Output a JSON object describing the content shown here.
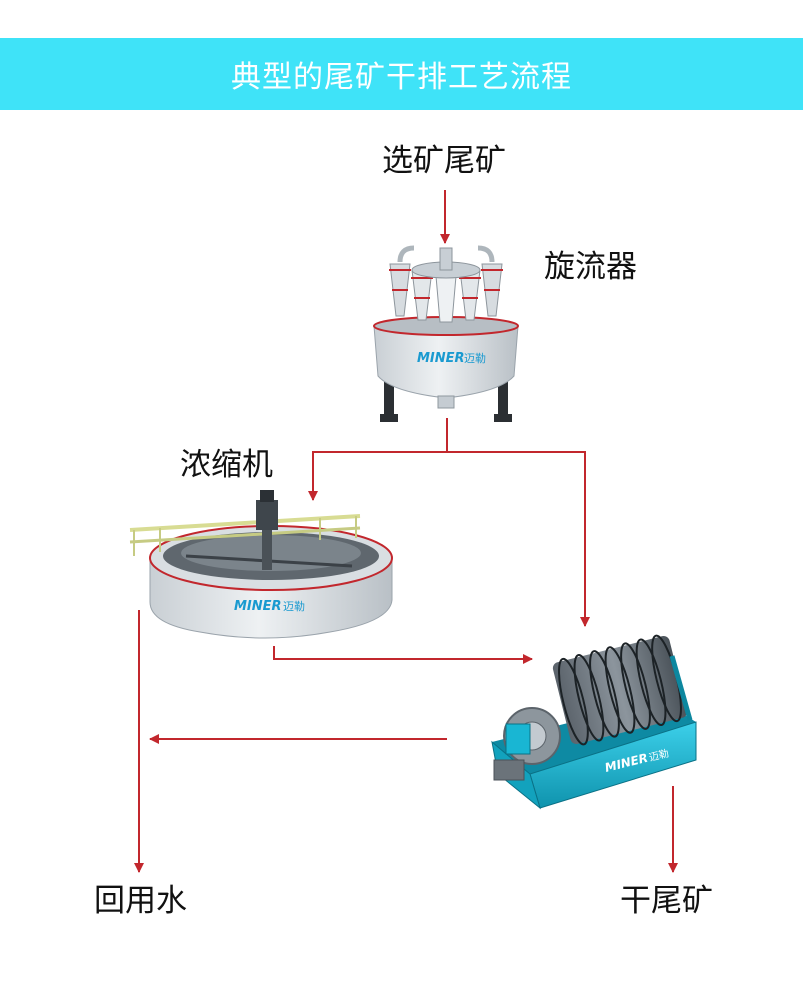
{
  "title": "典型的尾矿干排工艺流程",
  "nodes": {
    "input": "选矿尾矿",
    "cyclone": "旋流器",
    "thickener": "浓缩机",
    "recycled_water": "回用水",
    "dry_tailings": "干尾矿"
  },
  "brand": {
    "latin": "MINER",
    "chinese": "迈勒"
  },
  "colors": {
    "banner": "#3fe3f8",
    "arrow": "#c2272d",
    "filter_body": "#19b6d3",
    "equipment_gray": "#d9dde1"
  }
}
